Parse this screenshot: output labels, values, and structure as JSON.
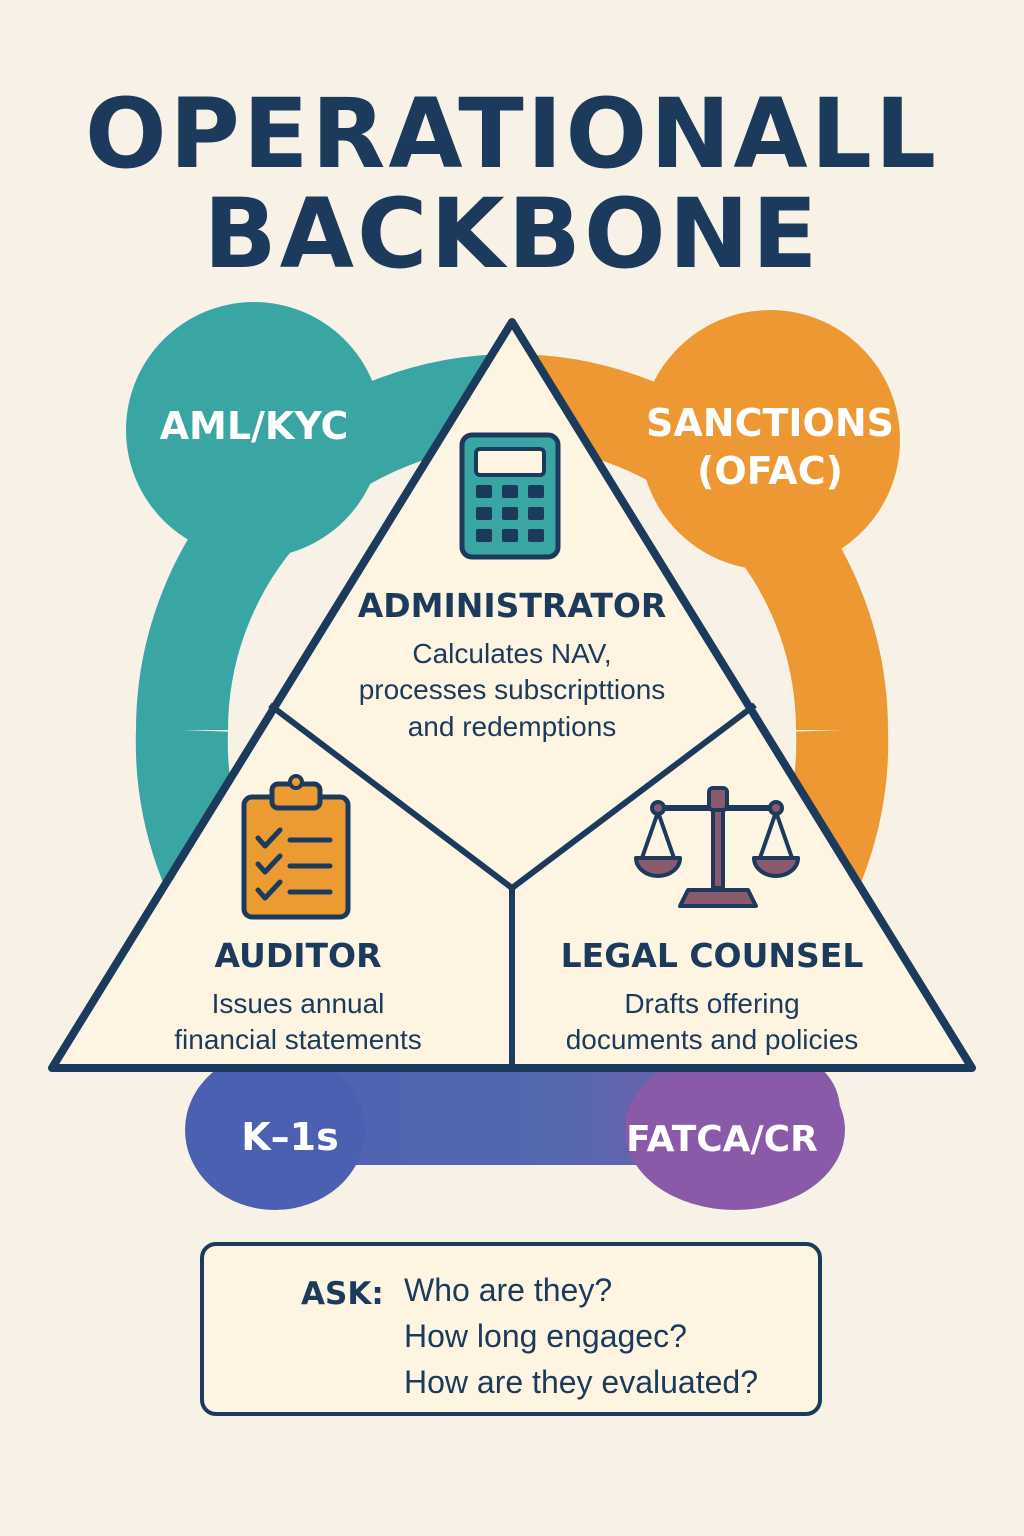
{
  "title": {
    "line1": "OPERATIONALL",
    "line2": "BACKBONE"
  },
  "ring_labels": {
    "top_left": "AML/KYC",
    "top_right": "SANCTIONS\n(OFAC)",
    "bottom_left": "K–1s",
    "bottom_right": "FATCA/CR"
  },
  "roles": {
    "administrator": {
      "title": "ADMINISTRATOR",
      "description": "Calculates NAV,\nprocesses subscripttions\nand redemptions",
      "icon": "calculator-icon"
    },
    "auditor": {
      "title": "AUDITOR",
      "description": "Issues annual\nfinancial statements",
      "icon": "clipboard-checklist-icon"
    },
    "legal_counsel": {
      "title": "LEGAL COUNSEL",
      "description": "Drafts offering\ndocuments and policies",
      "icon": "scales-of-justice-icon"
    }
  },
  "ask": {
    "label": "ASK:",
    "questions": [
      "Who are they?",
      "How long engagec?",
      "How are they evaluated?"
    ]
  },
  "colors": {
    "background": "#f8f1e6",
    "navy": "#1b3a5c",
    "teal": "#3aa6a4",
    "orange": "#ee9834",
    "blue": "#4c64b4",
    "purple": "#8a5ea6",
    "triangle_fill": "#fdf5e2",
    "clipboard": "#ec9a32",
    "scales": "#8c5a6e"
  }
}
